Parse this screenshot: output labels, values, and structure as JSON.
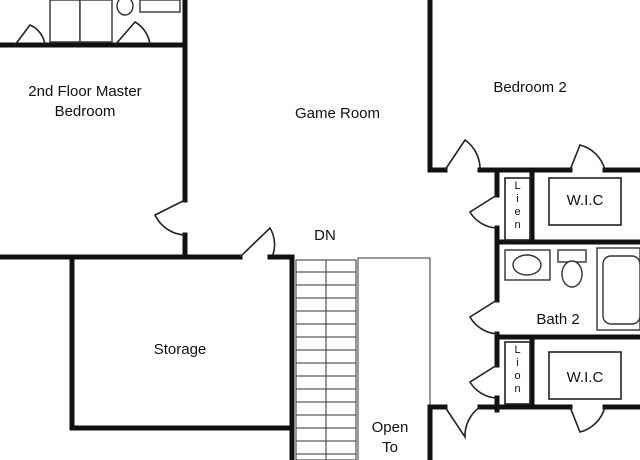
{
  "rooms": {
    "master_line1": "2nd Floor Master",
    "master_line2": "Bedroom",
    "game_room": "Game Room",
    "bedroom2": "Bedroom 2",
    "wic_top": "W.I.C",
    "wic_bottom": "W.I.C",
    "bath2": "Bath 2",
    "storage": "Storage",
    "open_line1": "Open",
    "open_line2": "To"
  },
  "stairs": {
    "direction": "DN"
  },
  "linen_top": [
    "L",
    "i",
    "e",
    "n"
  ],
  "linen_bottom": [
    "L",
    "i",
    "o",
    "n"
  ]
}
